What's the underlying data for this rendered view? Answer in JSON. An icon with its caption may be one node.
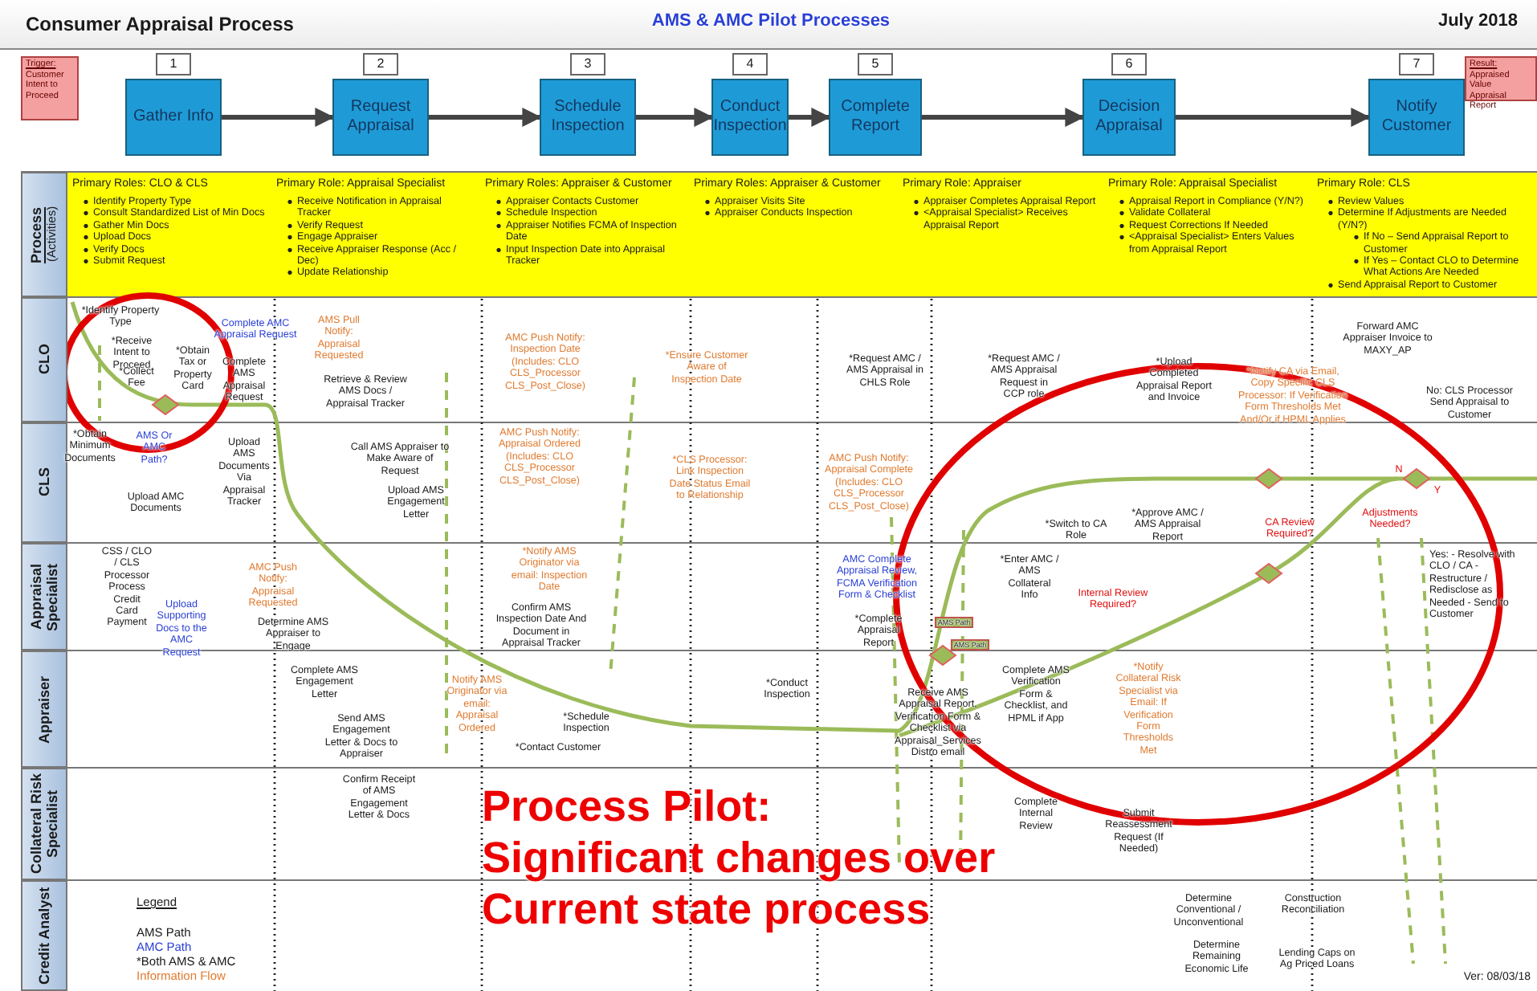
{
  "diagram": {
    "title": "Consumer Appraisal Process",
    "nodes": [
      {
        "text": [
          "Trigger:",
          "Customer Intent to Proceed"
        ]
      },
      {
        "text": [
          "Gather Info"
        ],
        "beside": [
          "1"
        ]
      },
      {
        "text": [
          "Request Appraisal"
        ],
        "beside": [
          "2"
        ]
      },
      {
        "text": [
          "Schedule Inspection"
        ],
        "beside": [
          "3"
        ]
      },
      {
        "text": [
          "Conduct Inspection"
        ],
        "beside": [
          "4"
        ]
      },
      {
        "text": [
          "Complete Report"
        ],
        "beside": [
          "5"
        ]
      },
      {
        "text": [
          "Decision Appraisal"
        ],
        "beside": [
          "6"
        ]
      },
      {
        "text": [
          "Notify Customer"
        ],
        "beside": [
          "7"
        ]
      },
      {
        "text": [
          "Result:",
          "Appraised Value",
          "Appraisal Report"
        ]
      },
      {
        "text": [
          "Process",
          "(Activities)"
        ]
      },
      {
        "text": [
          "CLO"
        ]
      },
      {
        "text": [
          "CLS"
        ]
      },
      {
        "text": [
          "Appraisal Specialist"
        ]
      },
      {
        "text": [
          "Appraiser"
        ]
      },
      {
        "text": [
          "Collateral Risk Specialist"
        ]
      },
      {
        "text": [
          "Credit Analyst"
        ]
      }
    ],
    "edges": [
      {
        "from": 1,
        "to": 2,
        "arrow": "to"
      },
      {
        "from": 2,
        "to": 3,
        "arrow": "to"
      },
      {
        "from": 3,
        "to": 4,
        "arrow": "to"
      },
      {
        "from": 4,
        "to": 5,
        "arrow": "to"
      },
      {
        "from": 5,
        "to": 6,
        "arrow": "to"
      },
      {
        "from": 6,
        "to": 7,
        "arrow": "to"
      }
    ],
    "labels": [
      "AMS & AMC Pilot Processes",
      "July 2018",
      "Primary Roles: CLO & CLS",
      "Identify Property Type",
      "Consult Standardized List of Min Docs",
      "Gather Min Docs",
      "Upload Docs",
      "Verify Docs",
      "Submit Request",
      "Primary Role: Appraisal Specialist",
      "Receive Notification in Appraisal Tracker",
      "Verify Request",
      "Engage Appraiser",
      "Receive Appraiser Response (Acc / Dec)",
      "Update Relationship",
      "Primary Roles: Appraiser & Customer",
      "Appraiser Contacts Customer",
      "Schedule Inspection",
      "Appraiser Notifies FCMA of Inspection Date",
      "Input Inspection Date into Appraisal Tracker",
      "Primary Roles: Appraiser & Customer",
      "Appraiser Visits Site",
      "Appraiser Conducts Inspection",
      "Primary Role: Appraiser",
      "Appraiser Completes Appraisal Report",
      "<Appraisal Specialist> Receives Appraisal Report",
      "Primary Role: Appraisal Specialist",
      "Appraisal Report in Compliance (Y/N?)",
      "Validate Collateral",
      "Request Corrections If Needed",
      "<Appraisal Specialist> Enters Values from Appraisal Report",
      "Primary Role: CLS",
      "Review Values",
      "Determine If Adjustments are Needed (Y/N?)",
      "If No – Send Appraisal Report to Customer",
      "If Yes – Contact CLO to Determine What Actions Are Needed",
      "Send Appraisal Report to Customer",
      "*Identify Property Type",
      "*Receive Intent to Proceed",
      "*Collect Fee",
      "*Obtain Tax or Property Card",
      "Complete AMC Appraisal Request",
      "Complete AMS Appraisal Request",
      "AMS Pull Notify: Appraisal Requested",
      "Retrieve & Review AMS Docs / Appraisal Tracker",
      "AMC Push Notify: Inspection Date (Includes: CLO CLS_Processor CLS_Post_Close)",
      "*Ensure Customer Aware of Inspection Date",
      "*Request AMC / AMS Appraisal in CHLS Role",
      "*Request AMC / AMS Appraisal Request in CCP role",
      "*Upload Completed Appraisal Report and Invoice",
      "*Notify CA via Email, Copy Specific CLS Processor: If Verification Form Thresholds Met And/Or if HPML Applies",
      "Forward AMC Appraiser Invoice to MAXY_AP",
      "No: CLS Processor Send Appraisal to Customer",
      "*Obtain Minimum Documents",
      "AMS Or AMC Path?",
      "Upload AMC Documents",
      "Upload AMS Documents Via Appraisal Tracker",
      "Call AMS Appraiser to Make Aware of Request",
      "Upload AMS Engagement Letter",
      "AMC Push Notify: Appraisal Ordered (Includes: CLO CLS_Processor CLS_Post_Close)",
      "*CLS Processor: Link Inspection Date Status Email to Relationship",
      "AMC Push Notify: Appraisal Complete (Includes: CLO CLS_Processor CLS_Post_Close)",
      "CA Review Required?",
      "Adjustments Needed?",
      "N",
      "Y",
      "CSS / CLO / CLS Processor Process Credit Card Payment",
      "Upload Supporting Docs to the AMC Request",
      "AMC Push Notify: Appraisal Requested",
      "Determine AMS Appraiser to Engage",
      "*Notify AMS Originator via email: Inspection Date",
      "Confirm AMS Inspection Date And Document in Appraisal Tracker",
      "AMC Complete Appraisal Review, FCMA Verification Form & Checklist",
      "*Complete Appraisal Report",
      "*Switch to CA Role",
      "*Enter AMC / AMS Collateral Info",
      "*Approve AMC / AMS Appraisal Report",
      "Internal Review Required?",
      "Yes: - Resolve with CLO / CA - Restructure / Redisclose as Needed - Send to Customer",
      "AMS Path",
      "AMS Path",
      "Complete AMS Engagement Letter",
      "Send AMS Engagement Letter & Docs to Appraiser",
      "Notify AMS Originator via email: Appraisal Ordered",
      "*Contact Customer",
      "*Schedule Inspection",
      "*Conduct Inspection",
      "Receive AMS Appraisal Report, Verification Form & Checklist via Appraisal_Services Distro email",
      "Complete AMS Verification Form & Checklist, and HPML if App",
      "*Notify Collateral Risk Specialist via Email: If Verification Form Thresholds Met",
      "Confirm Receipt of AMS Engagement Letter & Docs",
      "Complete Internal Review",
      "Submit Reassessment Request (If Needed)",
      "Legend",
      "Determine Conventional / Unconventional",
      "Construction Reconciliation",
      "Determine Remaining Economic Life",
      "Lending Caps on Ag Priced Loans",
      "Process Pilot: Significant changes over Current state process",
      "Ver: 08/03/18"
    ],
    "legend": [
      {
        "text": "AMS Path",
        "color": "#1a1a1a"
      },
      {
        "text": "AMC Path",
        "color": "#2a3fd6"
      },
      {
        "text": "*Both AMS & AMC"
      },
      {
        "text": "Information Flow",
        "color": "#e07b30"
      }
    ]
  }
}
